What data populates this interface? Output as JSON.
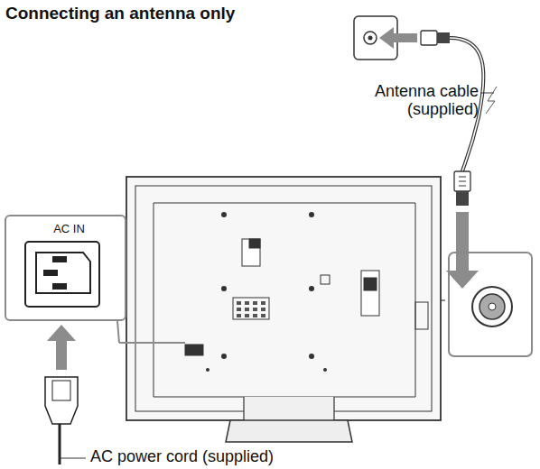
{
  "diagram": {
    "title": "Connecting an antenna only",
    "nodes": [
      {
        "text": [
          "AC IN"
        ]
      }
    ],
    "labels": [
      "Antenna cable (supplied)",
      "AC power cord (supplied)"
    ]
  }
}
